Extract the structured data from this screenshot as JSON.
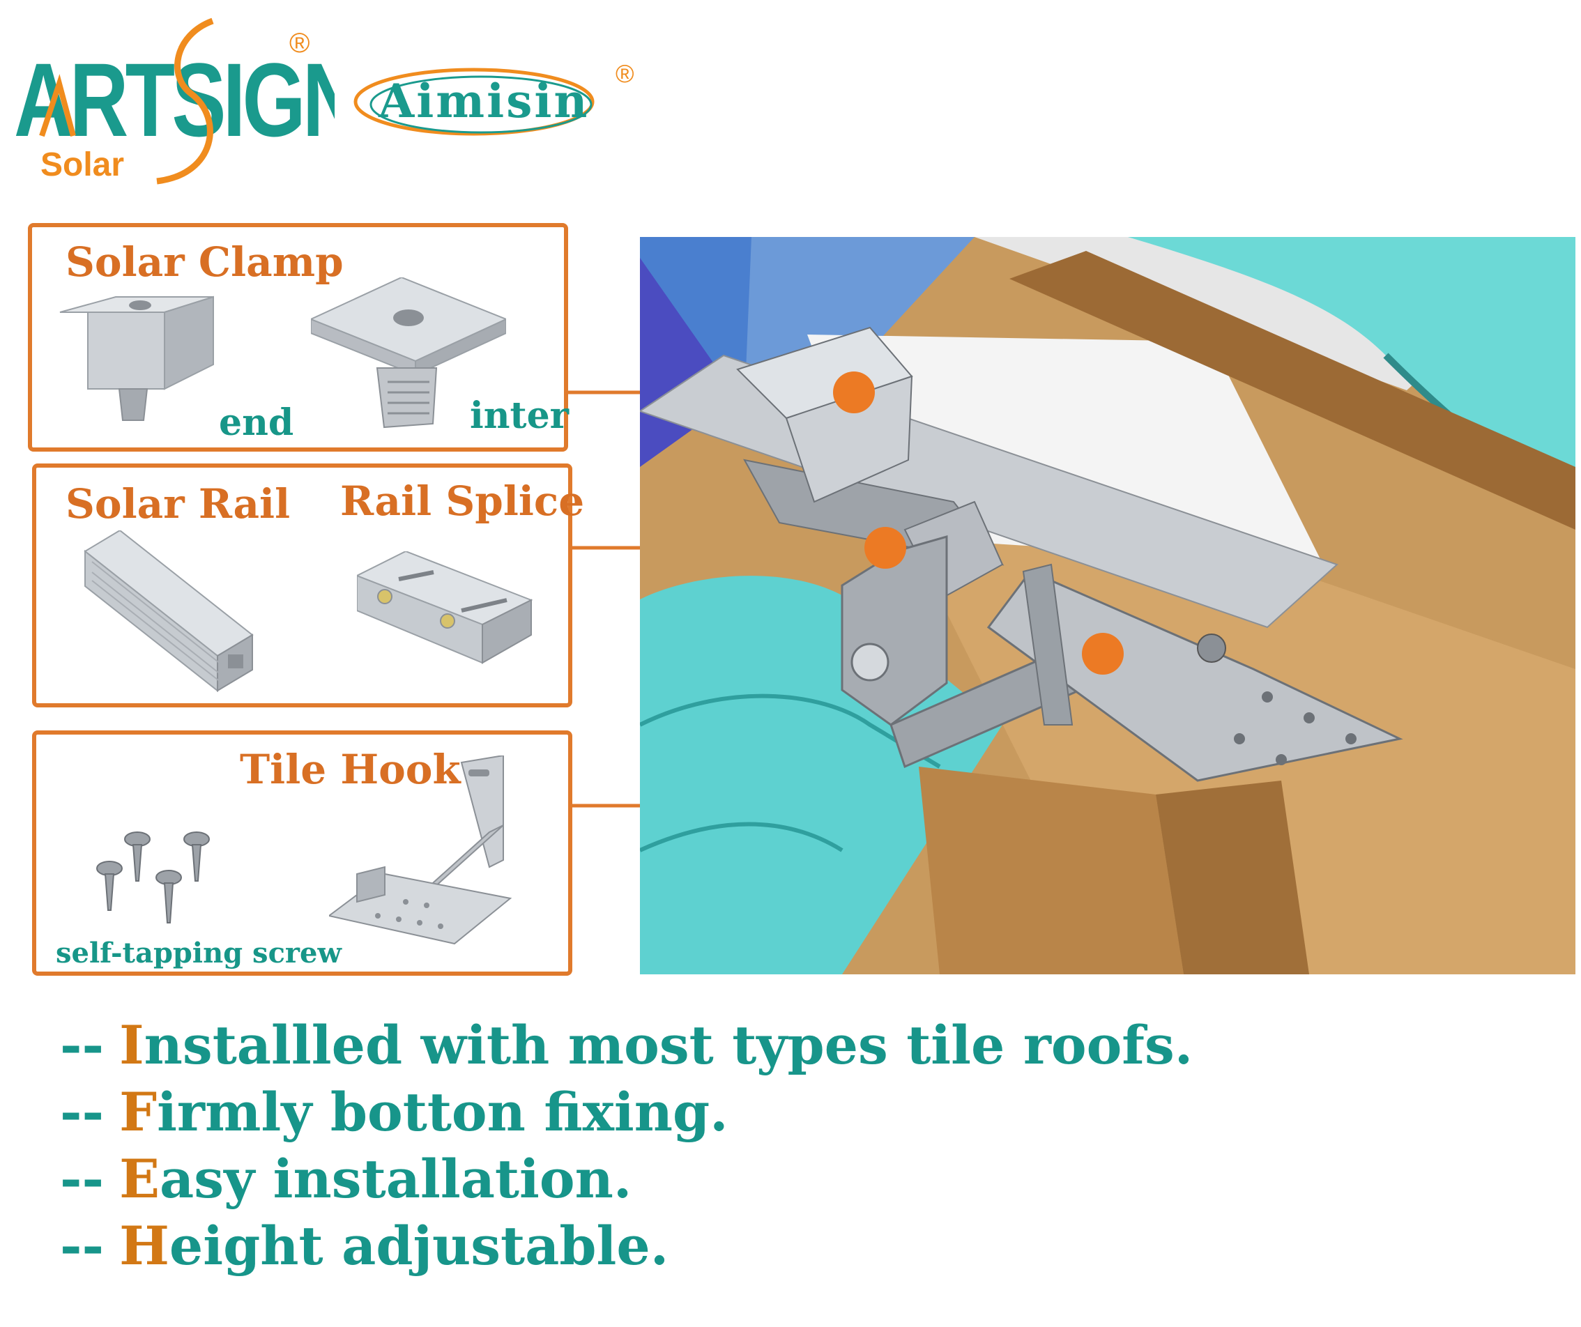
{
  "logos": {
    "artsign": {
      "wordmark": "ARTSIGN",
      "sub": "Solar",
      "mark": "®"
    },
    "aimisin": {
      "wordmark": "Aimisin",
      "mark": "®"
    }
  },
  "parts": {
    "clamp": {
      "title": "Solar Clamp",
      "end_label": "end",
      "inter_label": "inter"
    },
    "rail": {
      "title": "Solar Rail",
      "splice_title": "Rail Splice"
    },
    "hook": {
      "title": "Tile Hook",
      "screw_label": "self-tapping screw"
    }
  },
  "features": [
    {
      "dash": "--",
      "initial": "I",
      "rest": "nstallled with most types tile roofs."
    },
    {
      "dash": "--",
      "initial": "F",
      "rest": "irmly botton fixing."
    },
    {
      "dash": "--",
      "initial": "E",
      "rest": "asy installation."
    },
    {
      "dash": "--",
      "initial": "H",
      "rest": "eight adjustable."
    }
  ],
  "colors": {
    "orange": "#e07a2c",
    "teal": "#179688",
    "tile": "#56d3d3",
    "wood": "#c89a5e",
    "aluminium": "#c9cdd2"
  }
}
